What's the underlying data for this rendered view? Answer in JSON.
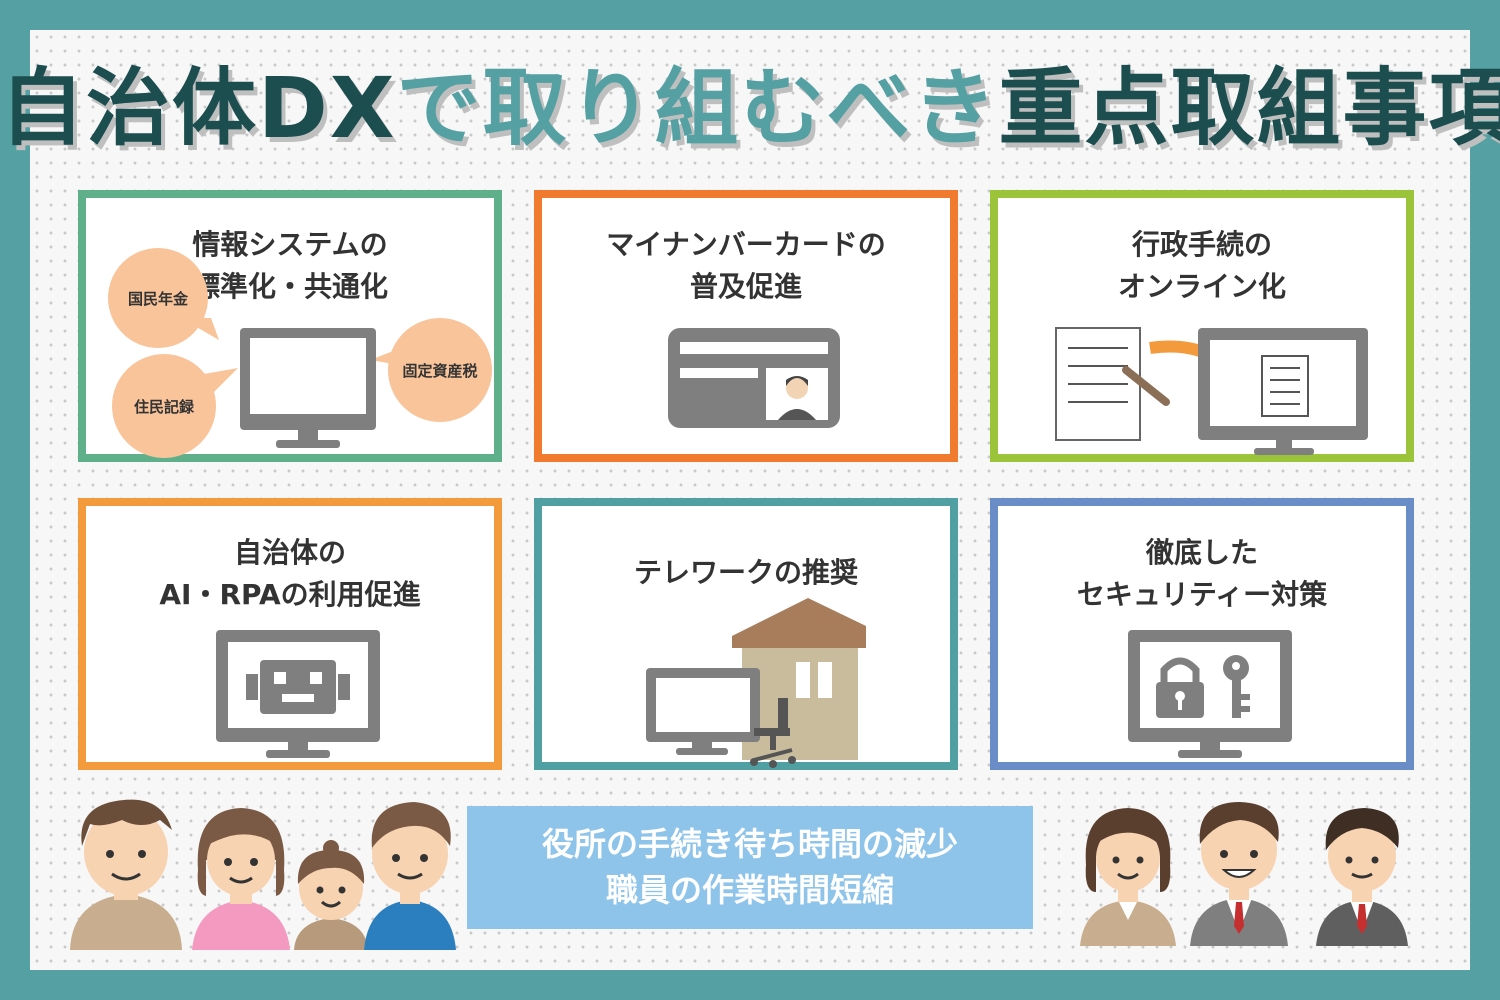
{
  "title": {
    "part1": "自治体DX",
    "part2": "で取り組むべき",
    "part3": "重点取組事項"
  },
  "colors": {
    "frame": "#55a0a3",
    "title_dark": "#1c4d4f",
    "title_accent": "#55a0a3",
    "card1_border": "#5fb08a",
    "card2_border": "#f07a2e",
    "card3_border": "#9bc43a",
    "card4_border": "#f39a3c",
    "card5_border": "#4f9fa3",
    "card6_border": "#6a8cc7",
    "summary_bg": "#8fc4ea"
  },
  "cards": [
    {
      "title": "情報システムの\n標準化・共通化",
      "bubbles": [
        "国民年金",
        "住民記録",
        "固定資産税"
      ],
      "icon": "monitor-icon"
    },
    {
      "title": "マイナンバーカードの\n普及促進",
      "icon": "id-card-icon"
    },
    {
      "title": "行政手続の\nオンライン化",
      "icon": "document-to-monitor-icon"
    },
    {
      "title": "自治体の\nAI・RPAの利用促進",
      "icon": "robot-monitor-icon"
    },
    {
      "title": "テレワークの推奨",
      "icon": "house-desk-chair-icon"
    },
    {
      "title": "徹底した\nセキュリティー対策",
      "icon": "lock-key-monitor-icon"
    }
  ],
  "summary": {
    "line1": "役所の手続き待ち時間の減少",
    "line2": "職員の作業時間短縮"
  }
}
